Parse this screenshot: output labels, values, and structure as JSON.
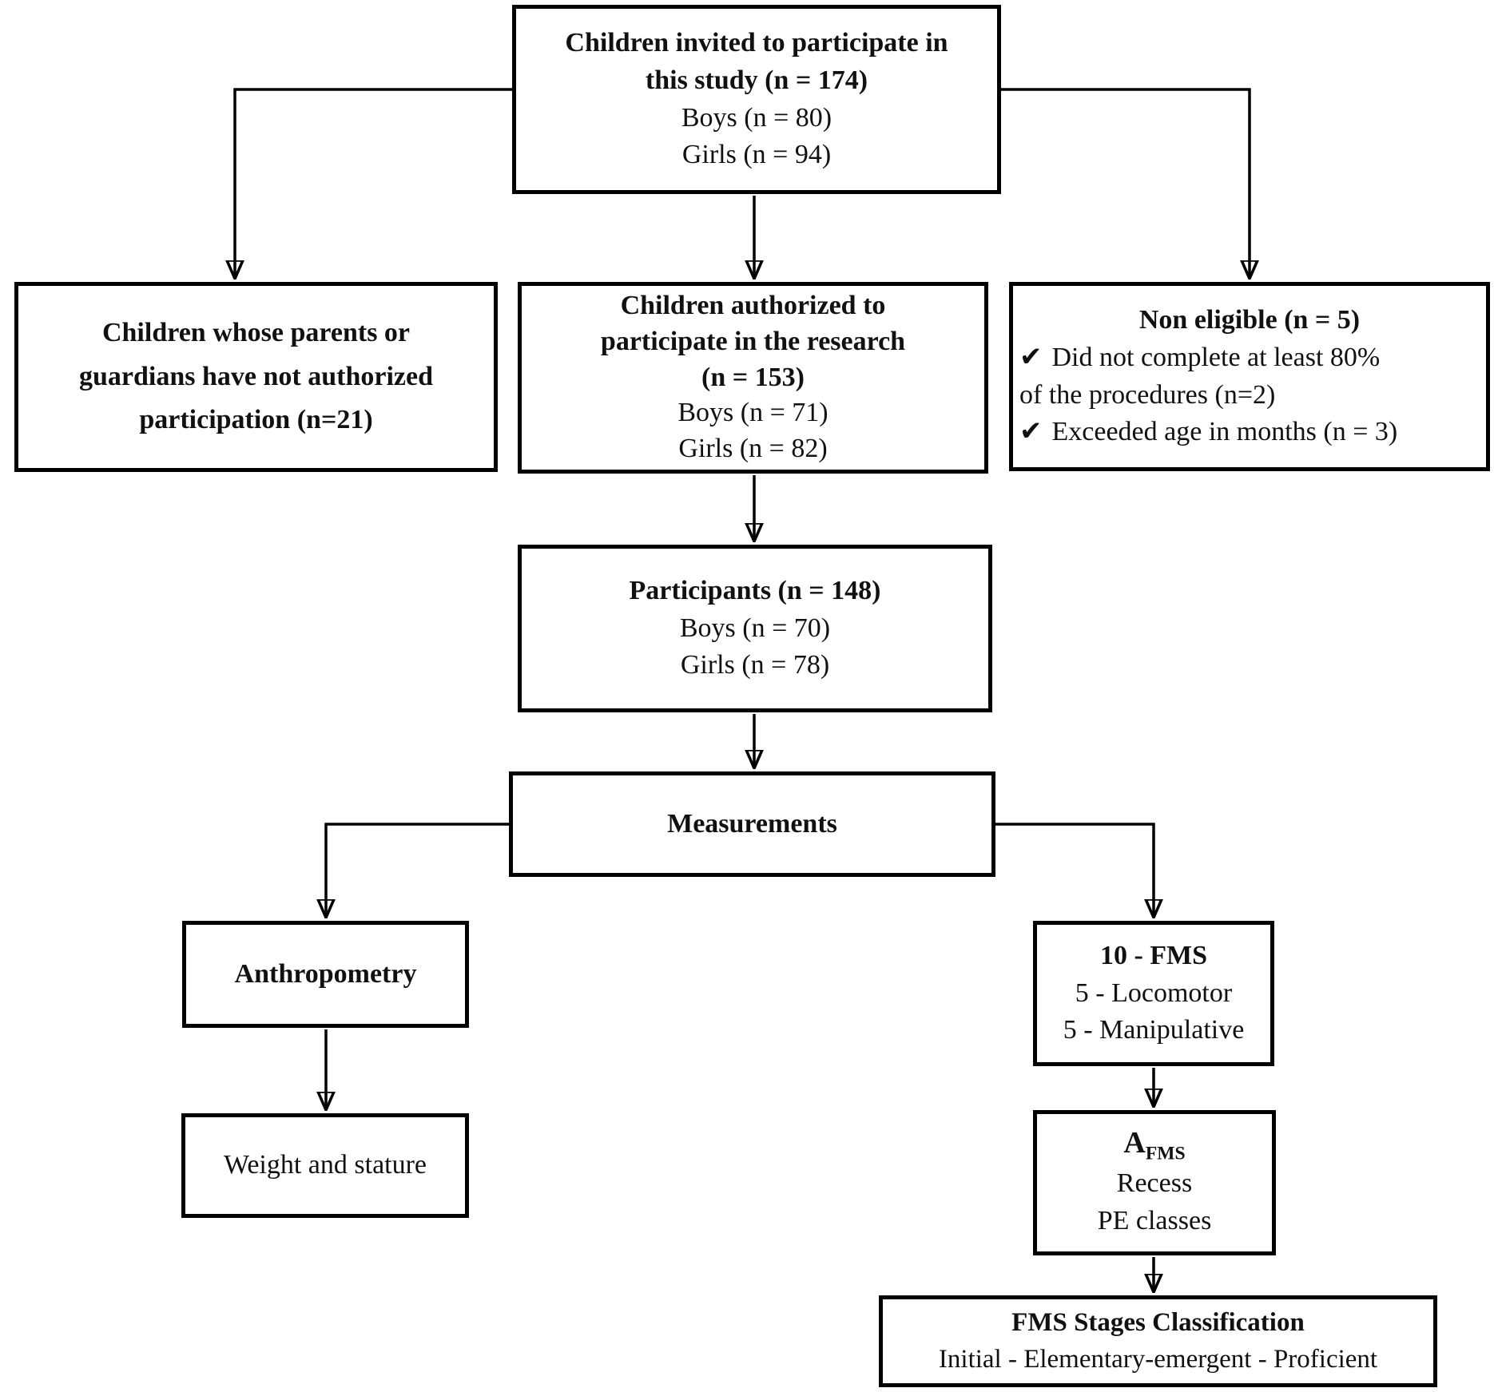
{
  "palette": {
    "background": "#ffffff",
    "line_color": "#000000",
    "text_color": "#111111"
  },
  "nodes": {
    "invited": {
      "lines": [
        "Children invited to participate in",
        "this study (n = 174)",
        "Boys (n = 80)",
        "Girls (n = 94)"
      ]
    },
    "not_authorized": {
      "lines": [
        "Children whose parents or",
        "guardians have not authorized",
        "participation (n=21)"
      ]
    },
    "authorized": {
      "lines": [
        "Children authorized to",
        "participate in the research",
        "(n = 153)",
        "Boys (n = 71)",
        "Girls (n = 82)"
      ]
    },
    "non_eligible": {
      "title": "Non eligible (n = 5)",
      "items": [
        {
          "icon": "✔",
          "lines": [
            "Did not complete at least 80%",
            "of the procedures (n=2)"
          ]
        },
        {
          "icon": "✔",
          "lines": [
            "Exceeded age in months (n = 3)"
          ]
        }
      ]
    },
    "participants": {
      "lines": [
        "Participants (n = 148)",
        "Boys (n = 70)",
        "Girls (n = 78)"
      ]
    },
    "measurements": {
      "lines": [
        "Measurements"
      ]
    },
    "anthropometry": {
      "lines": [
        "Anthropometry"
      ]
    },
    "weight_stature": {
      "lines": [
        "Weight and stature"
      ]
    },
    "fms10": {
      "lines": [
        "10 - FMS",
        "5 - Locomotor",
        "5 - Manipulative"
      ]
    },
    "afms": {
      "symbol": "A",
      "subscript": "FMS",
      "lines": [
        "Recess",
        "PE classes"
      ]
    },
    "stages": {
      "lines": [
        "FMS Stages Classification",
        "Initial - Elementary-emergent - Proficient"
      ]
    }
  },
  "edges": [
    {
      "from": "invited",
      "to": "not_authorized"
    },
    {
      "from": "invited",
      "to": "authorized"
    },
    {
      "from": "invited",
      "to": "non_eligible"
    },
    {
      "from": "authorized",
      "to": "participants"
    },
    {
      "from": "participants",
      "to": "measurements"
    },
    {
      "from": "measurements",
      "to": "anthropometry"
    },
    {
      "from": "measurements",
      "to": "fms10"
    },
    {
      "from": "anthropometry",
      "to": "weight_stature"
    },
    {
      "from": "fms10",
      "to": "afms"
    },
    {
      "from": "afms",
      "to": "stages"
    }
  ]
}
